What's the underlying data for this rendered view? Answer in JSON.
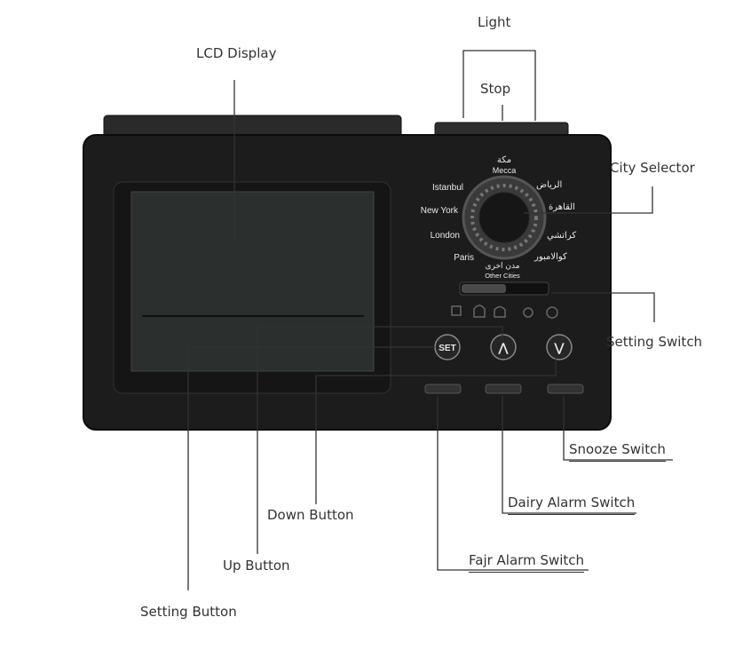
{
  "callouts": {
    "light": "Light",
    "stop": "Stop",
    "lcd_display": "LCD Display",
    "city_selector": "City Selector",
    "setting_switch": "Setting Switch",
    "snooze_switch": "Snooze  Switch",
    "dairy_alarm_switch": "Dairy Alarm Switch",
    "down_button": "Down Button",
    "fajr_alarm_switch": "Fajr Alarm Switch",
    "up_button": "Up Button",
    "setting_button": "Setting Button"
  },
  "device": {
    "mecca_ar": "مكة",
    "mecca": "Mecca",
    "cities_left": [
      "Istanbul",
      "New York",
      "London",
      "Paris"
    ],
    "cities_right": [
      "الرياض",
      "القاهرة",
      "كراتشي",
      "كوالامبور"
    ],
    "other_cities_ar": "مدن اخرى",
    "other_cities": "Other Cities",
    "set_label": "SET",
    "up_symbol": "⋀",
    "down_symbol": "⋁"
  },
  "colors": {
    "device_body": "#1c1c1c",
    "lcd_screen": "#2b2f2d",
    "leader_line": "#333333"
  }
}
